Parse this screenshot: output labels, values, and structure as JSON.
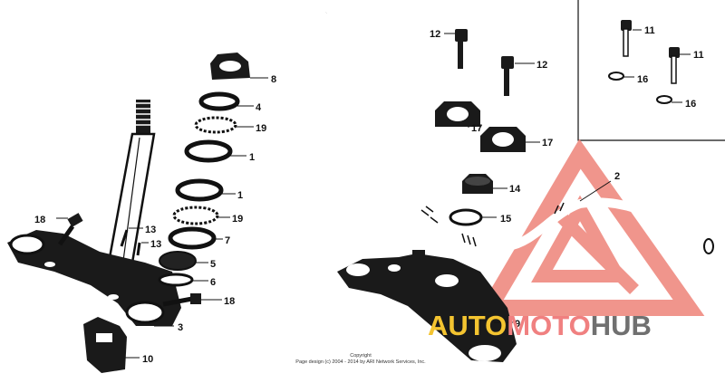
{
  "callouts": {
    "c12a": "12",
    "c12b": "12",
    "c11a": "11",
    "c11b": "11",
    "c16a": "16",
    "c16b": "16",
    "c17a": "17",
    "c17b": "17",
    "c2": "2",
    "c14": "14",
    "c15": "15",
    "c8": "8",
    "c4": "4",
    "c19a": "19",
    "c1a": "1",
    "c1b": "1",
    "c19b": "19",
    "c7": "7",
    "c5": "5",
    "c6": "6",
    "c18a": "18",
    "c18b": "18",
    "c13a": "13",
    "c13b": "13",
    "c3": "3",
    "c10": "10",
    "c9": "9"
  },
  "copyright": {
    "line1": "Copyright",
    "line2": "Page design (c) 2004 - 2014 by ARI Network Services, Inc."
  },
  "watermark": {
    "auto": "AUTO",
    "moto": "MOTO",
    "hub": "HUB",
    "color_auto": "#f4c430",
    "color_moto": "#f08080",
    "color_hub": "#707070",
    "logo_color": "#ef8a80"
  }
}
